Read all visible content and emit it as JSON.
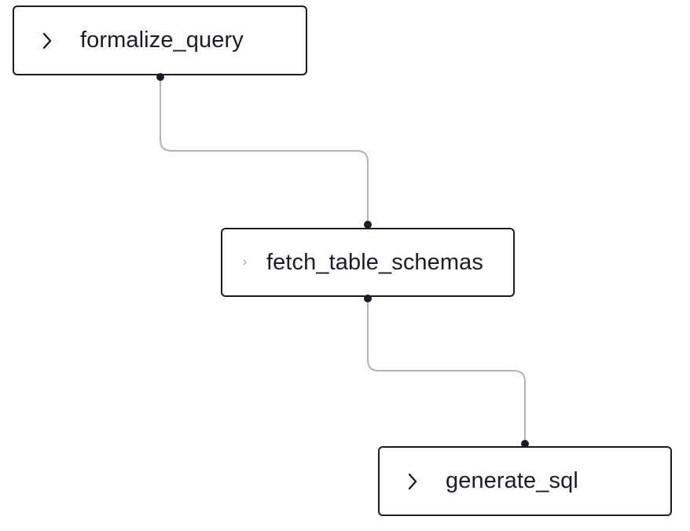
{
  "graph": {
    "nodes": [
      {
        "id": "formalize_query",
        "label": "formalize_query",
        "icon": "chevron-right-icon",
        "collapsed": true
      },
      {
        "id": "fetch_table_schemas",
        "label": "fetch_table_schemas",
        "icon": "chevron-right-icon",
        "collapsed": true
      },
      {
        "id": "generate_sql",
        "label": "generate_sql",
        "icon": "chevron-right-icon",
        "collapsed": true
      }
    ],
    "edges": [
      {
        "from": "formalize_query",
        "to": "fetch_table_schemas"
      },
      {
        "from": "fetch_table_schemas",
        "to": "generate_sql"
      }
    ],
    "colors": {
      "node_border": "#1c1c26",
      "edge": "#b3b3b3",
      "port": "#1c1c26",
      "text": "#1c1c26"
    }
  }
}
